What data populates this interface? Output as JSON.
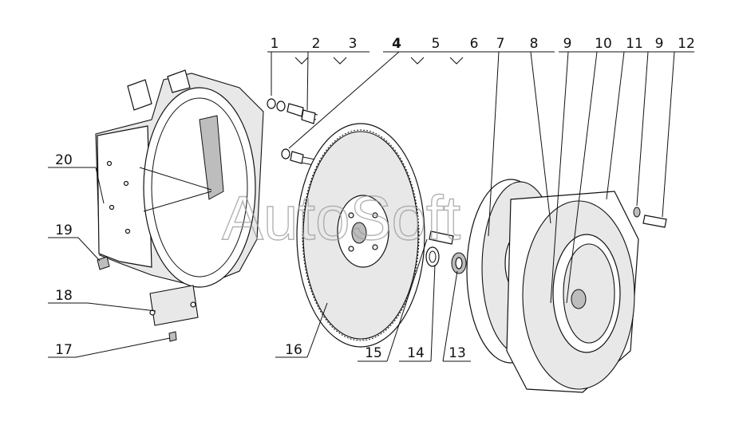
{
  "watermark": "AutoSoft",
  "callouts": {
    "c1": "1",
    "c2": "2",
    "c3": "3",
    "c4": "4",
    "c5": "5",
    "c6": "6",
    "c7": "7",
    "c8": "8",
    "c9a": "9",
    "c10": "10",
    "c11": "11",
    "c9b": "9",
    "c12": "12",
    "c13": "13",
    "c14": "14",
    "c15": "15",
    "c16": "16",
    "c17": "17",
    "c18": "18",
    "c19": "19",
    "c20": "20"
  }
}
